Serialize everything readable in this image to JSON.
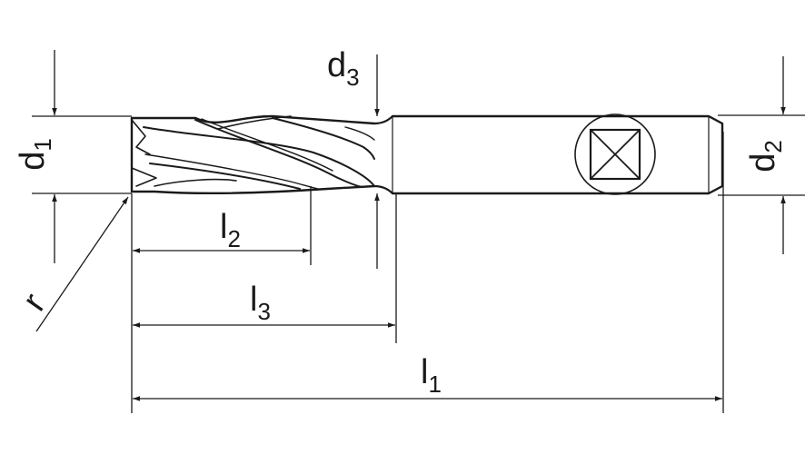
{
  "labels": {
    "d1": {
      "main": "d",
      "sub": "1"
    },
    "d2": {
      "main": "d",
      "sub": "2"
    },
    "d3": {
      "main": "d",
      "sub": "3"
    },
    "l1": {
      "main": "l",
      "sub": "1"
    },
    "l2": {
      "main": "l",
      "sub": "2"
    },
    "l3": {
      "main": "l",
      "sub": "3"
    },
    "r": "r"
  },
  "colors": {
    "line": "#1a1a1a",
    "background": "#ffffff"
  },
  "icons": [
    "square-drive-flat-icon"
  ]
}
